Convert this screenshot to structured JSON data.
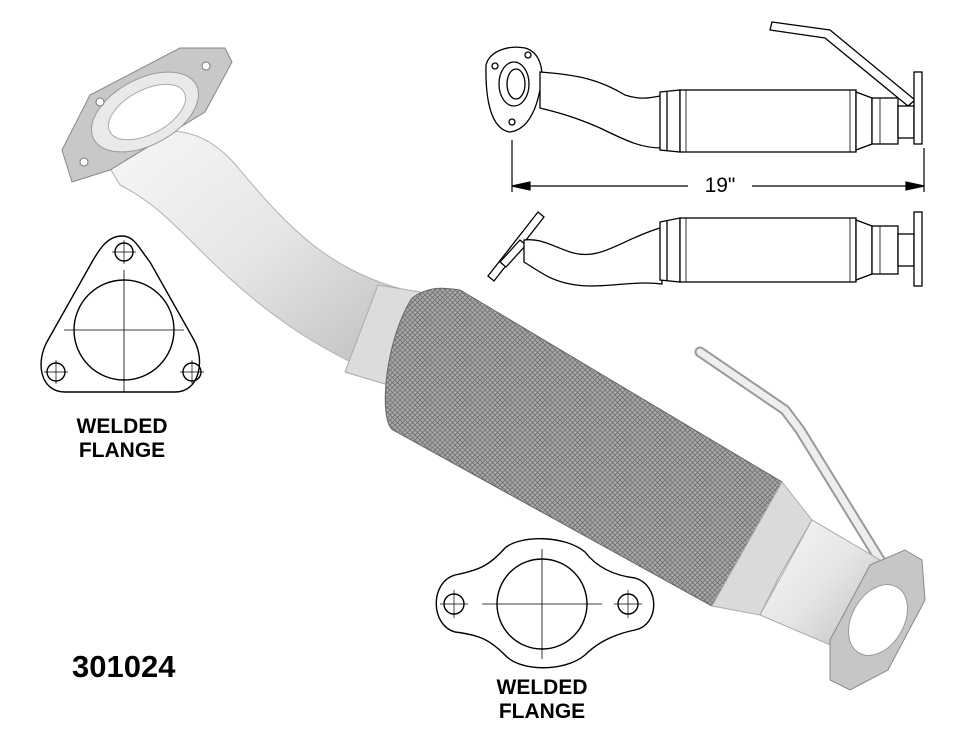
{
  "part_number": "301024",
  "flange_left": {
    "line1": "WELDED",
    "line2": "FLANGE"
  },
  "flange_bottom": {
    "line1": "WELDED",
    "line2": "FLANGE"
  },
  "dimension": {
    "length": "19\""
  },
  "colors": {
    "pipe": "#e4e4e4",
    "pipe_shadow": "#b8b8b8",
    "flange": "#c6c6c6",
    "mesh": "#8c8c8c",
    "outline": "#000000"
  }
}
